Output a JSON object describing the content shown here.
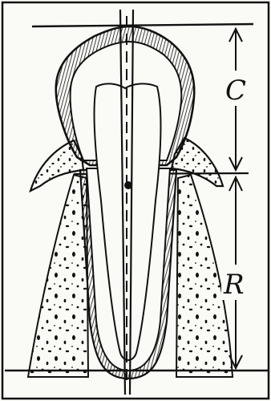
{
  "diagram": {
    "type": "tooth-cross-section",
    "labels": {
      "crown": "C",
      "root": "R"
    },
    "colors": {
      "ink": "#111111",
      "paper": "#fafaf7"
    }
  }
}
